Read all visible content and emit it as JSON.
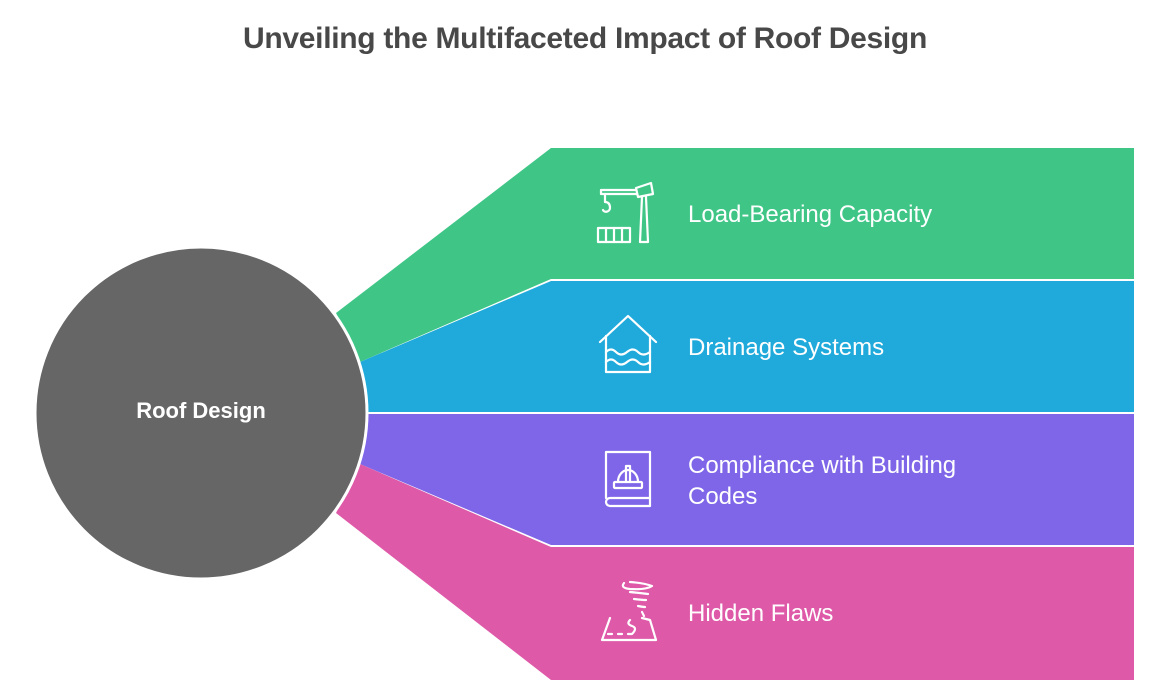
{
  "title": "Unveiling the Multifaceted Impact of Roof Design",
  "center": {
    "label": "Roof Design",
    "color": "#666666"
  },
  "branches": [
    {
      "label": "Load-Bearing Capacity",
      "icon": "crane-icon",
      "color": "#3FC687"
    },
    {
      "label": "Drainage Systems",
      "icon": "flooded-house-icon",
      "color": "#20AADB"
    },
    {
      "label": "Compliance with Building Codes",
      "icon": "building-code-book-icon",
      "color": "#7F66E8"
    },
    {
      "label": "Hidden Flaws",
      "icon": "tornado-map-icon",
      "color": "#DE59A8"
    }
  ]
}
